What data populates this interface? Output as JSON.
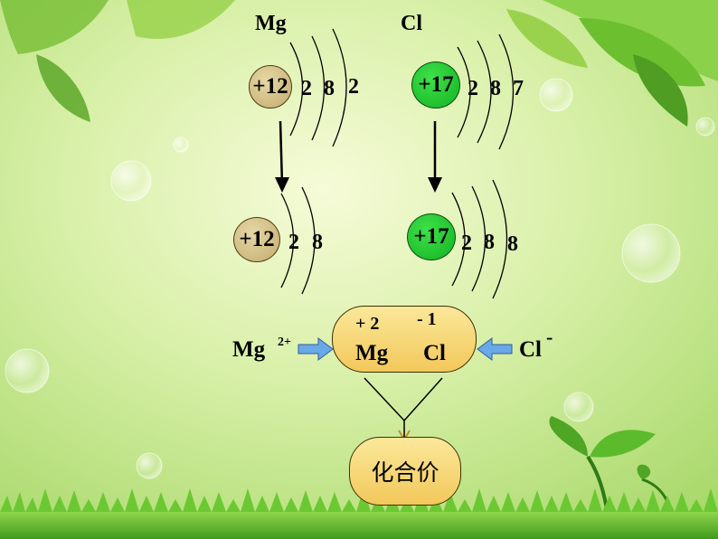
{
  "colors": {
    "mg_nucleus": "#cdb77a",
    "cl_nucleus": "#22c430",
    "pill_fill": "#f5d36e",
    "pointer_arrow": "#6aa9e8",
    "background": "#c6e88e"
  },
  "magnesium": {
    "symbol": "Mg",
    "nucleus": "+12",
    "shells_atom": [
      "2",
      "8",
      "2"
    ],
    "shells_ion": [
      "2",
      "8"
    ]
  },
  "chlorine": {
    "symbol": "Cl",
    "nucleus": "+17",
    "shells_atom": [
      "2",
      "8",
      "7"
    ],
    "shells_ion": [
      "2",
      "8",
      "8"
    ]
  },
  "compound": {
    "mg_valence": "+ 2",
    "cl_valence": "- 1",
    "mg_symbol": "Mg",
    "cl_symbol": "Cl"
  },
  "ions": {
    "mg_symbol": "Mg",
    "mg_charge": "2+",
    "cl_symbol": "Cl",
    "cl_charge": "-"
  },
  "result": {
    "label": "化合价"
  }
}
